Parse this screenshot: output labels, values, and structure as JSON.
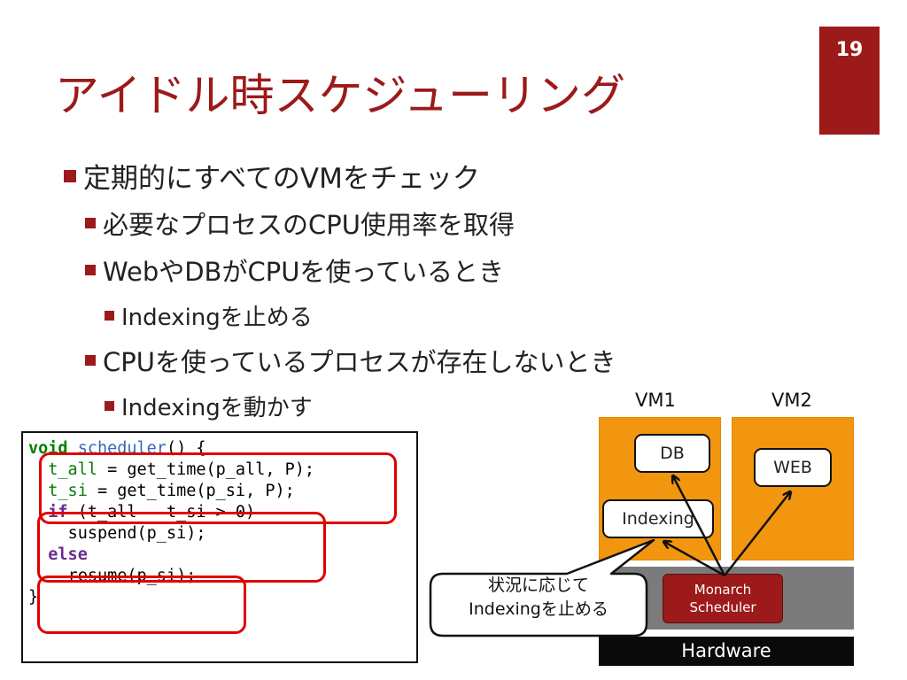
{
  "slide": {
    "page_number": "19",
    "title": "アイドル時スケジューリング",
    "accent_color": "#9c1a1a"
  },
  "bullets": [
    {
      "level": 1,
      "text": "定期的にすべてのVMをチェック"
    },
    {
      "level": 2,
      "text": "必要なプロセスのCPU使用率を取得"
    },
    {
      "level": 2,
      "text": "WebやDBがCPUを使っているとき"
    },
    {
      "level": 3,
      "text": "Indexingを止める"
    },
    {
      "level": 2,
      "text": "CPUを使っているプロセスが存在しないとき"
    },
    {
      "level": 3,
      "text": "Indexingを動かす"
    }
  ],
  "code": {
    "line1": {
      "kw": "void",
      "fn": "scheduler",
      "rest": "() {"
    },
    "line2": {
      "id": "t_all",
      "rest": " = get_time(p_all, P);"
    },
    "line3": {
      "id": "t_si",
      "rest": " = get_time(p_si, P);"
    },
    "line4": {
      "kw": "if",
      "rest": " (t_all - t_si > 0)"
    },
    "line5": {
      "text": "suspend(p_si);"
    },
    "line6": {
      "kw": "else"
    },
    "line7": {
      "text": "resume(p_si);"
    },
    "line8": {
      "text": "}"
    }
  },
  "diagram": {
    "vm1_label": "VM1",
    "vm2_label": "VM2",
    "db_label": "DB",
    "web_label": "WEB",
    "indexing_label": "Indexing",
    "monarch_line1": "Monarch",
    "monarch_line2": "Scheduler",
    "hardware_label": "Hardware",
    "callout_line1": "状況に応じて",
    "callout_line2": "Indexingを止める",
    "vm_color": "#f2960f",
    "hardware_color": "#0a0a0a",
    "platform_color": "#7b7b7b"
  }
}
